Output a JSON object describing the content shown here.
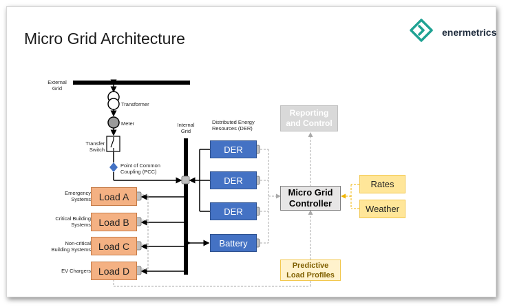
{
  "slide": {
    "title": "Micro Grid Architecture",
    "brand": "enermetrics",
    "brand_color": "#1fa293"
  },
  "grid": {
    "external_grid": "External\nGrid",
    "transformer": "Transformer",
    "meter": "Meter",
    "transfer_switch": "Transfer\nSwitch",
    "pcc": "Point of Common\nCoupling (PCC)",
    "internal_grid": "Internal\nGrid",
    "der_resources": "Distributed Energy\nResources (DER)"
  },
  "loads": [
    {
      "label": "Load A",
      "caption": "Emergency\nSystems"
    },
    {
      "label": "Load B",
      "caption": "Critical Building\nSystems"
    },
    {
      "label": "Load C",
      "caption": "Non-critical\nBuilding Systems"
    },
    {
      "label": "Load D",
      "caption": "EV Chargers"
    }
  ],
  "sources": [
    {
      "label": "DER"
    },
    {
      "label": "DER"
    },
    {
      "label": "DER"
    },
    {
      "label": "Battery"
    }
  ],
  "control": {
    "reporting": "Reporting\nand Control",
    "controller": "Micro Grid\nController",
    "rates": "Rates",
    "weather": "Weather",
    "predictive": "Predictive\nLoad Profiles"
  },
  "colors": {
    "load_fill": "#f4b183",
    "der_fill": "#4472c4",
    "input_fill": "#ffe699",
    "pcc_marker": "#4472c4"
  }
}
